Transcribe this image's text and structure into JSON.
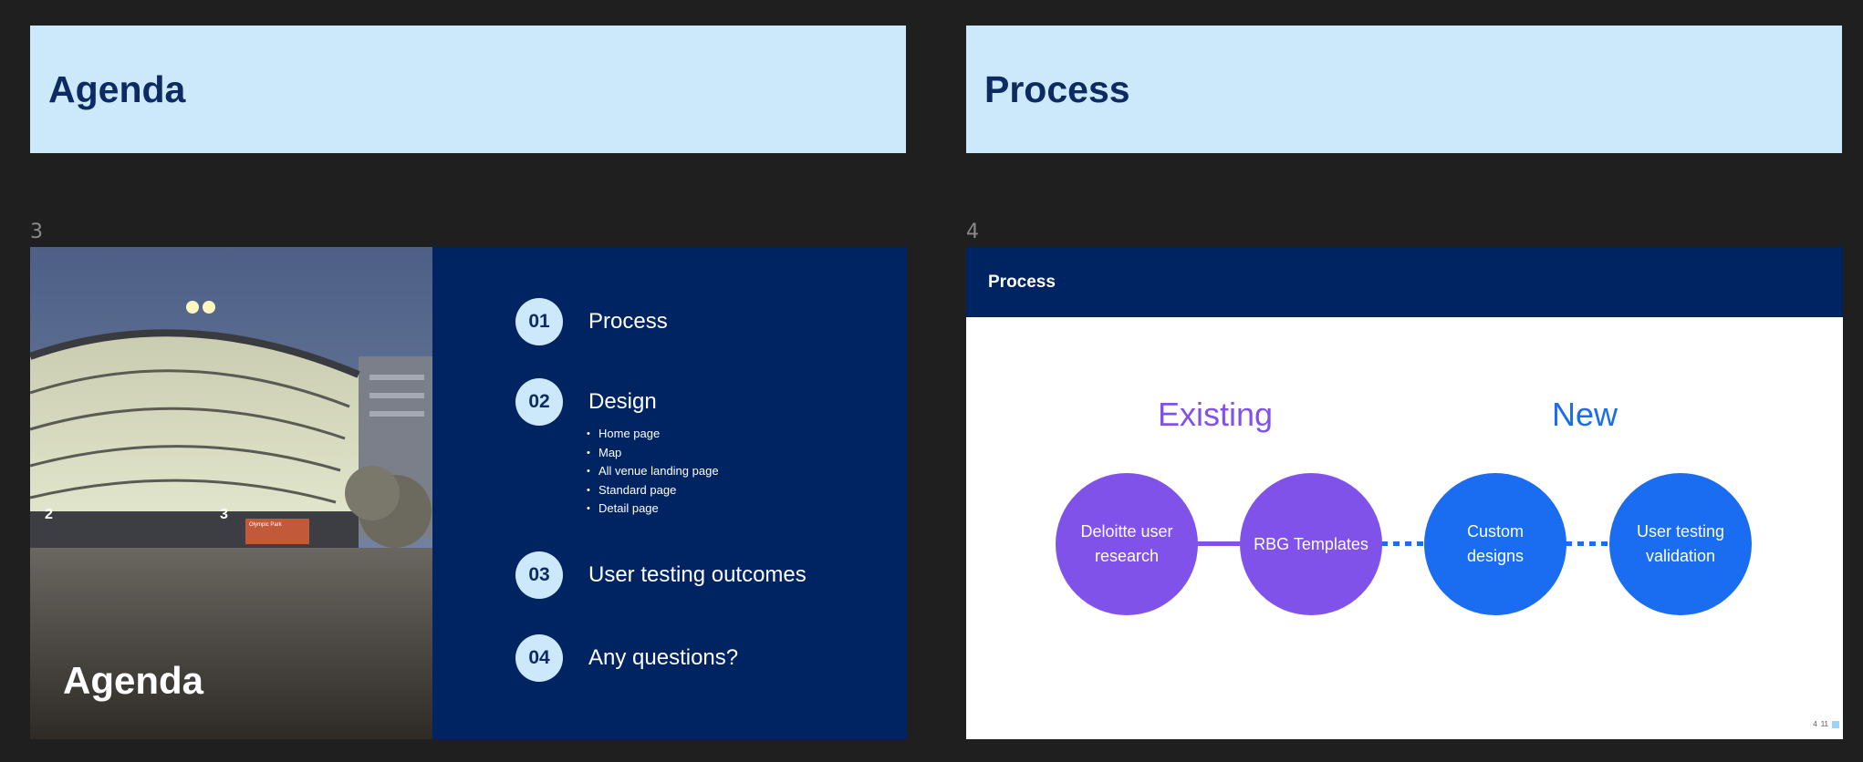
{
  "section_cards": [
    {
      "title": "Agenda"
    },
    {
      "title": "Process"
    }
  ],
  "slide_numbers": [
    "3",
    "4"
  ],
  "slide3": {
    "photo_title": "Agenda",
    "items": [
      {
        "num": "01",
        "label": "Process"
      },
      {
        "num": "02",
        "label": "Design"
      },
      {
        "num": "03",
        "label": "User testing outcomes"
      },
      {
        "num": "04",
        "label": "Any questions?"
      }
    ],
    "design_subitems": [
      "Home page",
      "Map",
      "All venue landing page",
      "Standard page",
      "Detail page"
    ],
    "photo_platform_numbers": [
      "2",
      "3"
    ],
    "photo_sign_text": "Olympic Park"
  },
  "slide4": {
    "header_title": "Process",
    "existing_heading": "Existing",
    "new_heading": "New",
    "circles": [
      {
        "label": "Deloitte user research"
      },
      {
        "label": "RBG Templates"
      },
      {
        "label": "Custom designs"
      },
      {
        "label": "User testing validation"
      }
    ],
    "footer_page": "4",
    "footer_total": "11"
  },
  "colors": {
    "background": "#1f1f1f",
    "section_card": "#cce9fc",
    "navy": "#002361",
    "title_navy": "#0d2a63",
    "purple": "#8152ea",
    "blue": "#1a6cf0"
  }
}
